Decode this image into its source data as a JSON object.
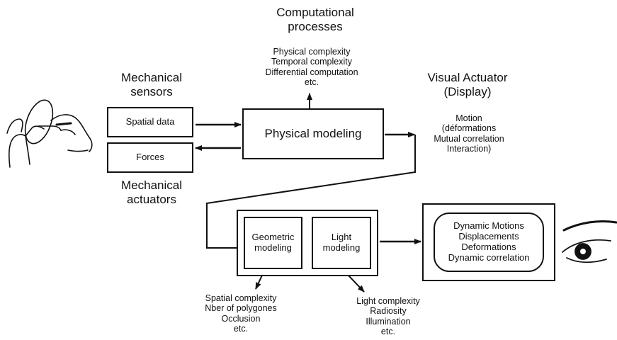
{
  "computational": {
    "title_l1": "Computational",
    "title_l2": "processes",
    "items": [
      "Physical complexity",
      "Temporal complexity",
      "Differential computation",
      "etc."
    ]
  },
  "mech_sensors": {
    "l1": "Mechanical",
    "l2": "sensors"
  },
  "mech_actuators": {
    "l1": "Mechanical",
    "l2": "actuators"
  },
  "spatial_data": "Spatial data",
  "forces": "Forces",
  "physical_modeling": "Physical modeling",
  "visual_actuator": {
    "l1": "Visual Actuator",
    "l2": "(Display)",
    "items": [
      "Motion",
      "(déformations",
      "Mutual correlation",
      "Interaction)"
    ]
  },
  "geometric": {
    "l1": "Geometric",
    "l2": "modeling"
  },
  "light_modeling": {
    "l1": "Light",
    "l2": "modeling"
  },
  "display_box": [
    "Dynamic Motions",
    "Displacements",
    "Deformations",
    "Dynamic correlation"
  ],
  "spatial_complexity": [
    "Spatial complexity",
    "Nber of polygones",
    "Occlusion",
    "etc."
  ],
  "light_complexity": [
    "Light complexity",
    "Radiosity",
    "Illumination",
    "etc."
  ],
  "icons": {
    "hand": "hand-icon",
    "eye": "eye-icon"
  }
}
